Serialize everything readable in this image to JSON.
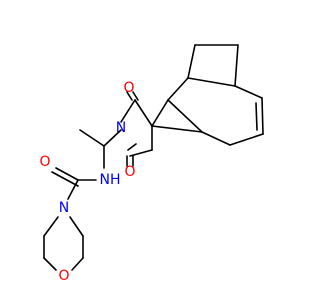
{
  "molecule": {
    "atoms": {
      "o_top": {
        "text": "O",
        "color": "#ff0000"
      },
      "o_imide2": {
        "text": "O",
        "color": "#ff0000"
      },
      "n_imide": {
        "text": "N",
        "color": "#0000ff"
      },
      "nh": {
        "text": "NH",
        "color": "#0000ff"
      },
      "o_carbonyl": {
        "text": "O",
        "color": "#ff0000"
      },
      "n_morpholine": {
        "text": "N",
        "color": "#0000ff"
      },
      "o_morpholine": {
        "text": "O",
        "color": "#ff0000"
      }
    },
    "bond_color": "#000000"
  }
}
